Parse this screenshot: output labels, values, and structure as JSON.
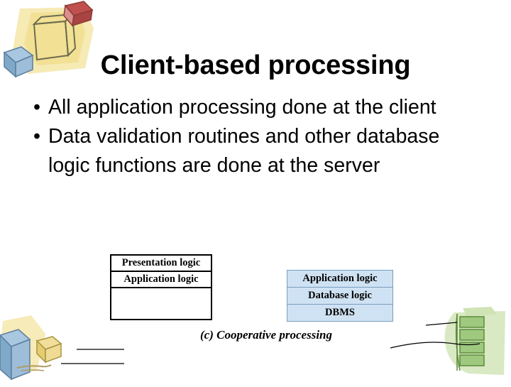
{
  "slide": {
    "title": "Client-based processing",
    "bullets": [
      {
        "marker": "•",
        "text": "All application processing done at the client"
      },
      {
        "marker": "•",
        "text": "Data validation routines and other database logic functions are done at the server"
      }
    ],
    "figure": {
      "client_stack": [
        "Presentation logic",
        "Application logic",
        ""
      ],
      "server_stack": [
        "Application logic",
        "Database logic",
        "DBMS"
      ],
      "caption": "(c) Cooperative processing"
    },
    "colors": {
      "background": "#ffffff",
      "text": "#000000",
      "server_box_fill": "#cfe2f3",
      "server_box_border": "#7a9ebf",
      "deco_yellow": "#f2de9a",
      "deco_blue": "#8fb6d6",
      "deco_green": "#9ec97f",
      "deco_red": "#c0504d"
    }
  }
}
